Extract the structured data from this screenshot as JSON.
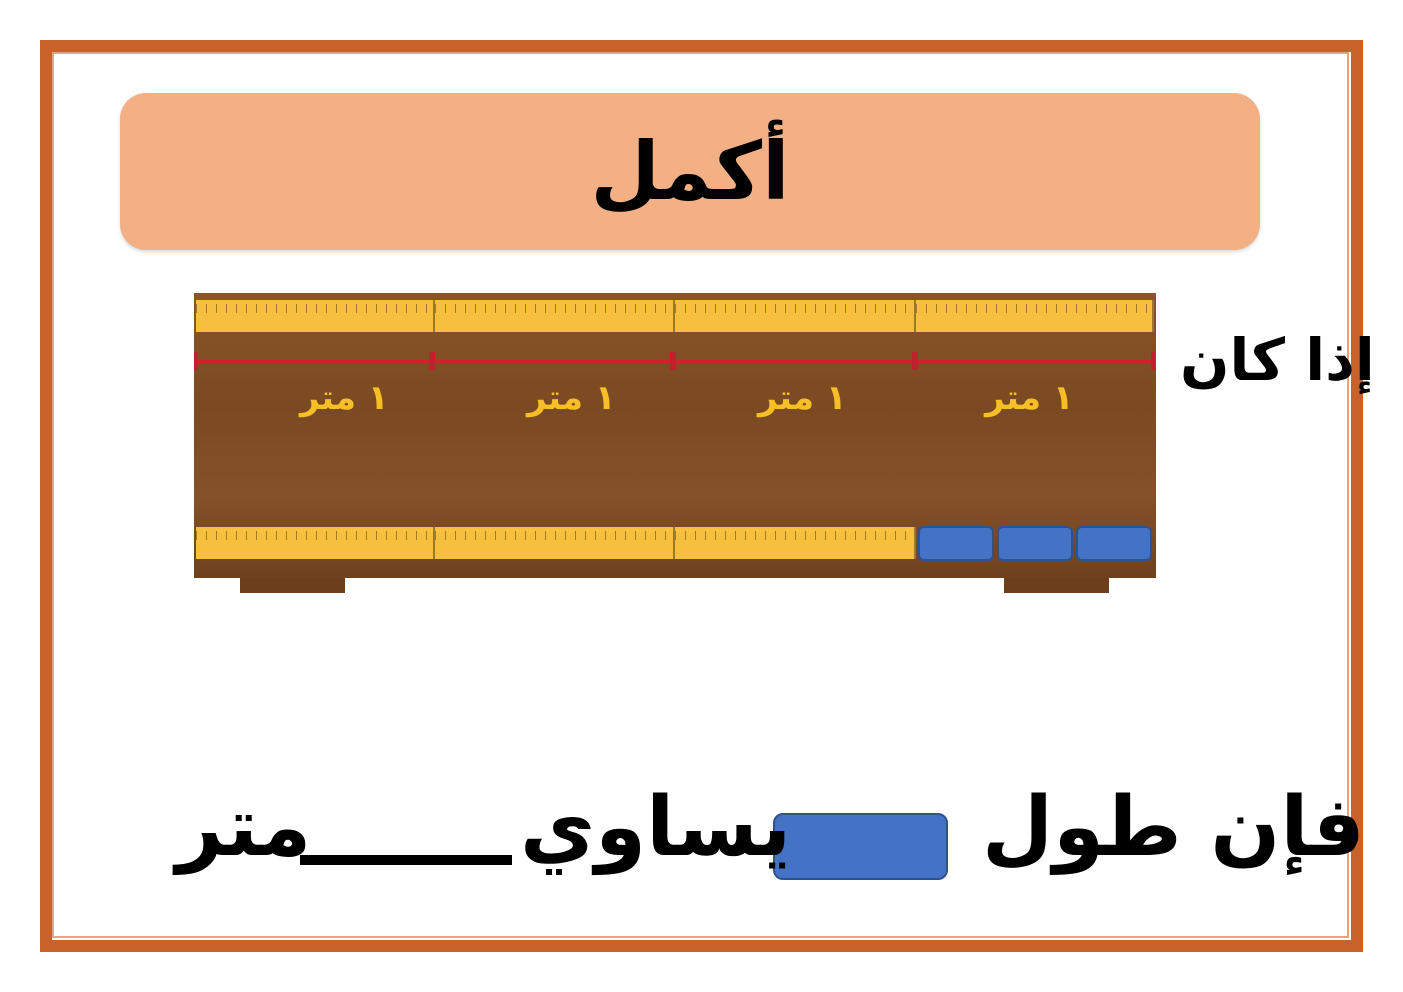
{
  "title": "أكمل",
  "board": {
    "segment_labels": [
      "١ متر",
      "١ متر",
      "١ متر",
      "١ متر"
    ],
    "segments": 4,
    "blocks_in_last_segment": 3
  },
  "question": {
    "if_text": "إذا كان",
    "then_text": "فإن طول",
    "equals_text": "يساوي",
    "unit_text": "متر",
    "answer_value": ""
  },
  "colors": {
    "border": "#c8622a",
    "title_bg": "#f3b085",
    "block": "#4472c4",
    "ruler": "#f6bf3d",
    "line": "#d3202b"
  }
}
